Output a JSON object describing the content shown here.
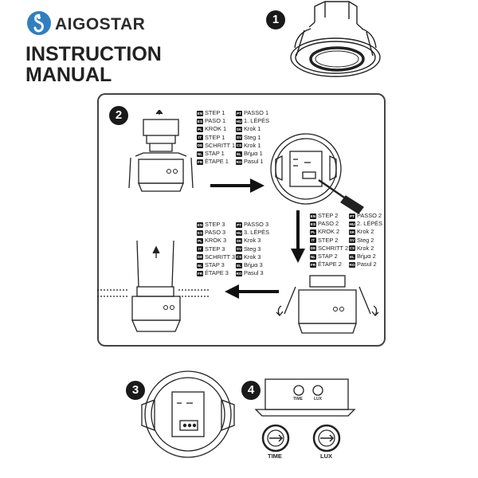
{
  "header": {
    "brand": "AIGOSTAR",
    "title_line1": "INSTRUCTION",
    "title_line2": "MANUAL"
  },
  "step_numbers": {
    "one": "1",
    "two": "2",
    "three": "3",
    "four": "4"
  },
  "step1_labels": {
    "left": [
      {
        "code": "EN",
        "text": "STEP 1"
      },
      {
        "code": "ES",
        "text": "PASO 1"
      },
      {
        "code": "PL",
        "text": "KROK 1"
      },
      {
        "code": "IT",
        "text": "STEP 1"
      },
      {
        "code": "DE",
        "text": "SCHRITT 1"
      },
      {
        "code": "NL",
        "text": "STAP 1"
      },
      {
        "code": "FR",
        "text": "ÉTAPE 1"
      }
    ],
    "right": [
      {
        "code": "PT",
        "text": "PASSO 1"
      },
      {
        "code": "HU",
        "text": "1. LÉPÉS"
      },
      {
        "code": "SK",
        "text": "Krok 1"
      },
      {
        "code": "SV",
        "text": "Steg 1"
      },
      {
        "code": "CS",
        "text": "Krok 1"
      },
      {
        "code": "EL",
        "text": "Βήμα 1"
      },
      {
        "code": "RO",
        "text": "Pasul 1"
      }
    ]
  },
  "step2_labels": {
    "left": [
      {
        "code": "EN",
        "text": "STEP 2"
      },
      {
        "code": "ES",
        "text": "PASO 2"
      },
      {
        "code": "PL",
        "text": "KROK 2"
      },
      {
        "code": "IT",
        "text": "STEP 2"
      },
      {
        "code": "DE",
        "text": "SCHRITT 2"
      },
      {
        "code": "NL",
        "text": "STAP 2"
      },
      {
        "code": "FR",
        "text": "ÉTAPE 2"
      }
    ],
    "right": [
      {
        "code": "PT",
        "text": "PASSO 2"
      },
      {
        "code": "HU",
        "text": "2. LÉPÉS"
      },
      {
        "code": "SK",
        "text": "Krok 2"
      },
      {
        "code": "SV",
        "text": "Steg 2"
      },
      {
        "code": "CS",
        "text": "Krok 2"
      },
      {
        "code": "EL",
        "text": "Βήμα 2"
      },
      {
        "code": "RO",
        "text": "Pasul 2"
      }
    ]
  },
  "step3_labels": {
    "left": [
      {
        "code": "EN",
        "text": "STEP 3"
      },
      {
        "code": "ES",
        "text": "PASO 3"
      },
      {
        "code": "PL",
        "text": "KROK 3"
      },
      {
        "code": "IT",
        "text": "STEP 3"
      },
      {
        "code": "DE",
        "text": "SCHRITT 3"
      },
      {
        "code": "NL",
        "text": "STAP 3"
      },
      {
        "code": "FR",
        "text": "ÉTAPE 3"
      }
    ],
    "right": [
      {
        "code": "PT",
        "text": "PASSO 3"
      },
      {
        "code": "HU",
        "text": "3. LÉPÉS"
      },
      {
        "code": "SK",
        "text": "Krok 3"
      },
      {
        "code": "SV",
        "text": "Steg 3"
      },
      {
        "code": "CS",
        "text": "Krok 3"
      },
      {
        "code": "EL",
        "text": "Βήμα 3"
      },
      {
        "code": "RO",
        "text": "Pasul 3"
      }
    ]
  },
  "controls": {
    "time": "TIME",
    "lux": "LUX"
  },
  "icons": {
    "logo": "aigostar-logo-icon",
    "arrow": "direction-arrow-icon"
  },
  "colors": {
    "ink": "#1a1a1a",
    "logo_blue": "#2f7fc1"
  }
}
